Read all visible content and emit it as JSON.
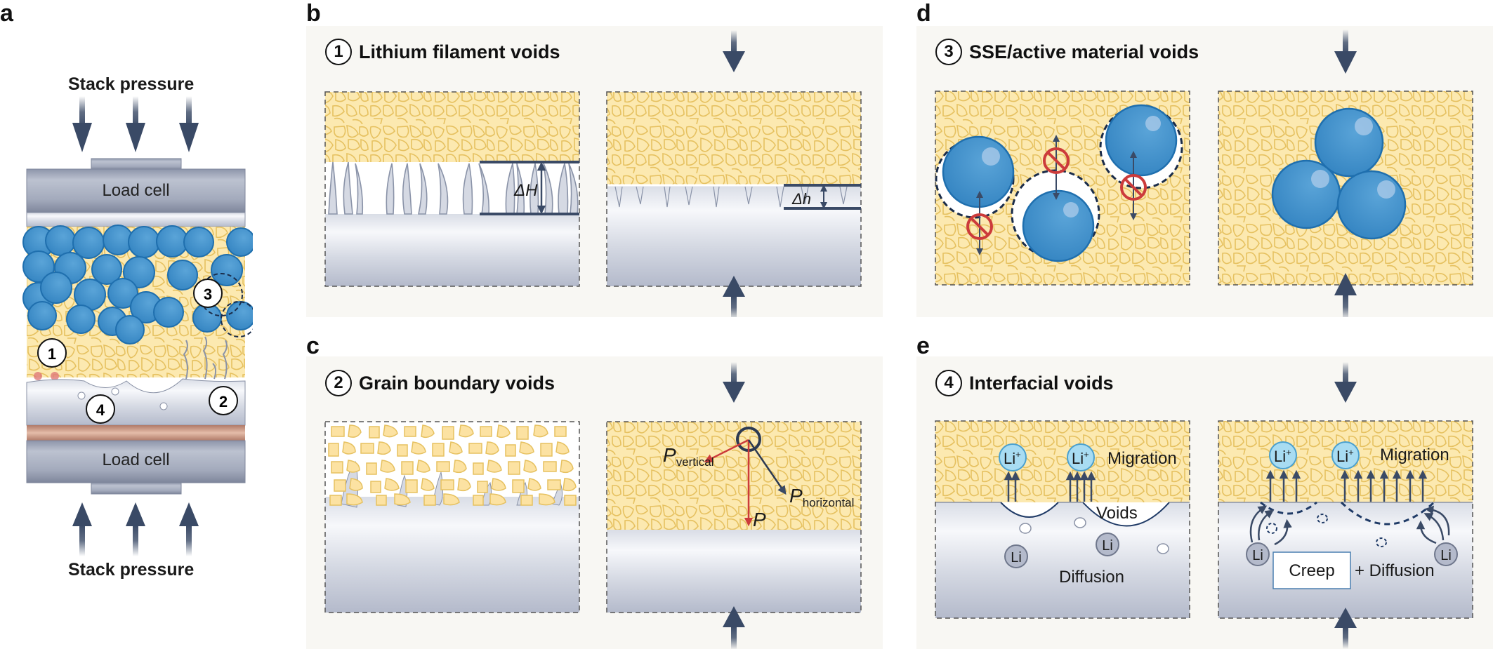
{
  "panels": {
    "a": {
      "letter": "a",
      "stack_pressure_top": "Stack pressure",
      "stack_pressure_bottom": "Stack pressure",
      "load_cell_top": "Load cell",
      "load_cell_bottom": "Load cell",
      "markers": [
        "1",
        "2",
        "3",
        "4"
      ]
    },
    "b": {
      "letter": "b",
      "number": "1",
      "title": "Lithium filament voids",
      "delta_large": "ΔH",
      "delta_small": "Δh"
    },
    "c": {
      "letter": "c",
      "number": "2",
      "title": "Grain boundary voids",
      "p_vertical_main": "P",
      "p_vertical_sub": "vertical",
      "p_horizontal_main": "P",
      "p_horizontal_sub": "horizontal",
      "p_label": "P"
    },
    "d": {
      "letter": "d",
      "number": "3",
      "title": "SSE/active material voids"
    },
    "e": {
      "letter": "e",
      "number": "4",
      "title": "Interfacial voids",
      "left": {
        "ion_label": "Li",
        "ion_charge": "+",
        "migration": "Migration",
        "voids": "Voids",
        "atom_label": "Li",
        "diffusion": "Diffusion"
      },
      "right": {
        "ion_label": "Li",
        "ion_charge": "+",
        "migration": "Migration",
        "atom_label": "Li",
        "creep": "Creep",
        "plus_diffusion": "+ Diffusion"
      }
    }
  },
  "colors": {
    "sse_yellow": "#fce9b0",
    "grain_line": "#e9c45e",
    "particle_blue": "#3d8fcb",
    "particle_edge": "#1f6fae",
    "arrow_navy": "#3a4a66",
    "red_force": "#cc3b3b",
    "ion_cyan": "#a8dcf2",
    "panel_bg": "#f8f7f3"
  }
}
